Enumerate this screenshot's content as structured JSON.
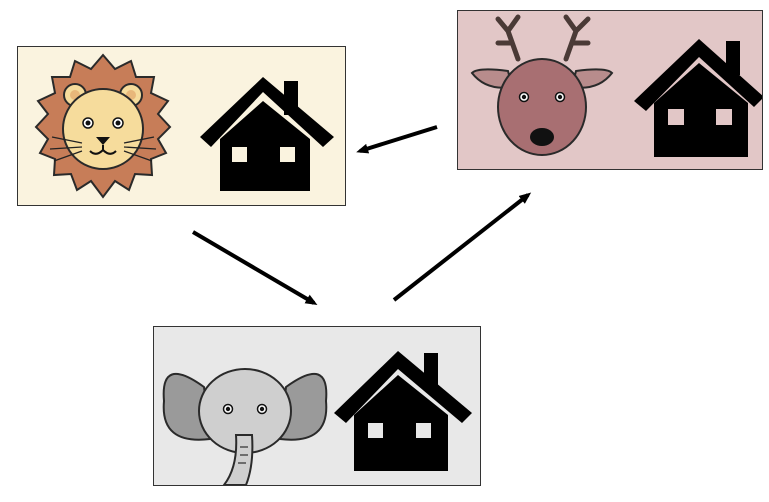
{
  "diagram": {
    "nodes": [
      {
        "id": "lion",
        "animal": "lion-icon",
        "house": "house-icon",
        "background": "#faf3df"
      },
      {
        "id": "deer",
        "animal": "deer-icon",
        "house": "house-icon",
        "background": "#e2c7c7"
      },
      {
        "id": "elephant",
        "animal": "elephant-icon",
        "house": "house-icon",
        "background": "#e8e8e8"
      }
    ],
    "edges": [
      {
        "from": "lion",
        "to": "elephant"
      },
      {
        "from": "elephant",
        "to": "deer"
      },
      {
        "from": "deer",
        "to": "lion"
      }
    ],
    "colors": {
      "lion_mane": "#c77d58",
      "lion_face": "#f6dc9c",
      "deer_face": "#a86f72",
      "elephant_skin": "#cfcfcf",
      "house": "#000000",
      "arrow": "#000000"
    }
  }
}
